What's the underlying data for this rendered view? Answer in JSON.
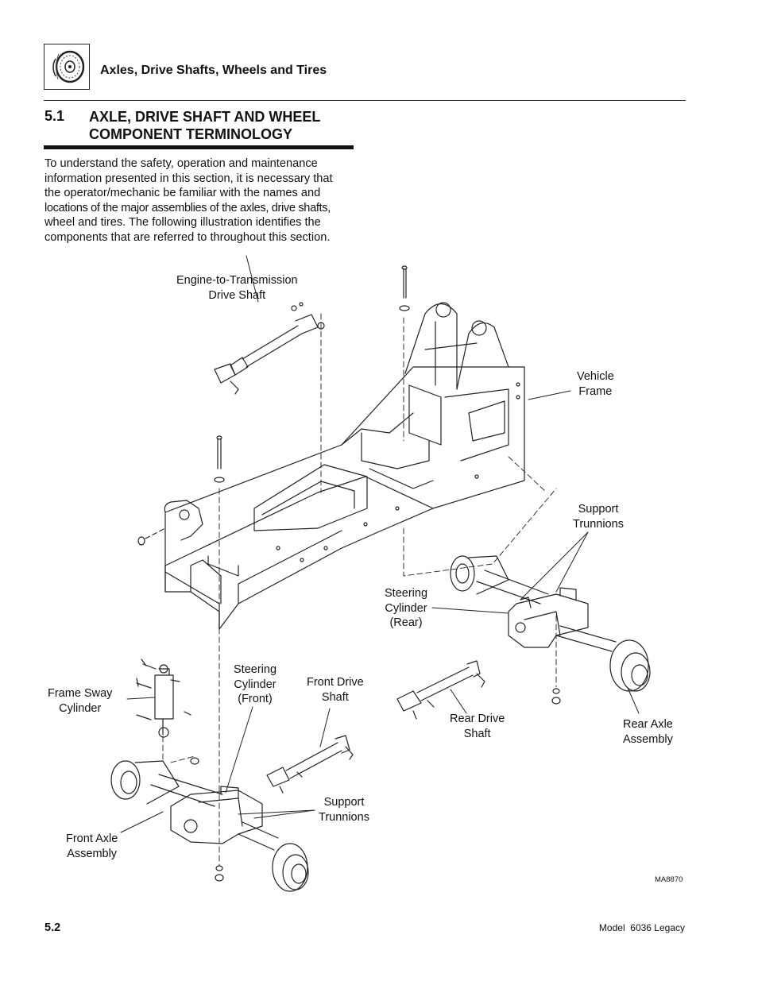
{
  "header": {
    "title": "Axles, Drive Shafts, Wheels and Tires",
    "icon": "tire-icon"
  },
  "section": {
    "number": "5.1",
    "title_line1": "AXLE, DRIVE SHAFT AND WHEEL",
    "title_line2": "COMPONENT TERMINOLOGY"
  },
  "intro_lines": [
    "To understand the safety, operation and maintenance",
    "information presented in this section, it is necessary that",
    "the operator/mechanic be familiar with the names and",
    "locations of the major assemblies of the axles, drive shafts,",
    "wheel and tires. The following illustration identifies the",
    "components that are referred to throughout this section."
  ],
  "labels": {
    "engine_shaft": [
      "Engine-to-Transmission",
      "Drive Shaft"
    ],
    "vehicle_frame": [
      "Vehicle",
      "Frame"
    ],
    "support_trunnions_rear": [
      "Support",
      "Trunnions"
    ],
    "steering_cylinder_rear": [
      "Steering",
      "Cylinder",
      "(Rear)"
    ],
    "frame_sway_cylinder": [
      "Frame Sway",
      "Cylinder"
    ],
    "steering_cylinder_front": [
      "Steering",
      "Cylinder",
      "(Front)"
    ],
    "front_drive_shaft": [
      "Front Drive",
      "Shaft"
    ],
    "rear_drive_shaft": [
      "Rear Drive",
      "Shaft"
    ],
    "rear_axle_assembly": [
      "Rear Axle",
      "Assembly"
    ],
    "support_trunnions_front": [
      "Support",
      "Trunnions"
    ],
    "front_axle_assembly": [
      "Front Axle",
      "Assembly"
    ]
  },
  "figure_code": "MA8870",
  "footer": {
    "page": "5.2",
    "model": "Model  6036 Legacy"
  }
}
